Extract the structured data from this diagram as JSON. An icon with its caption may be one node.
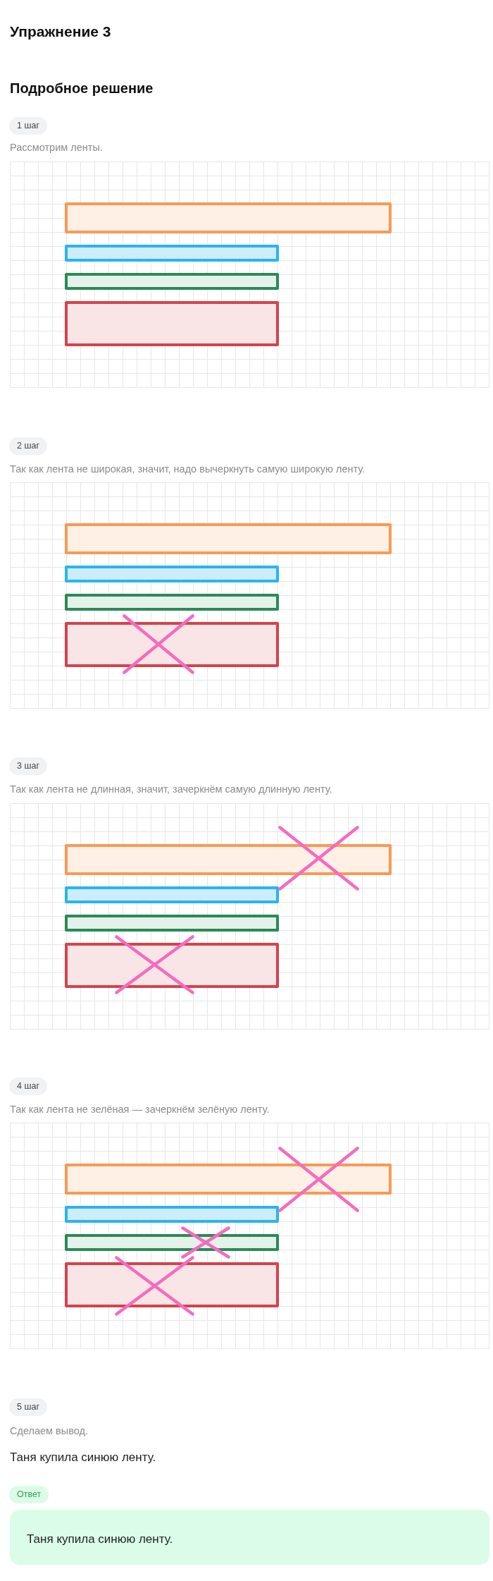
{
  "diagram": {
    "title": "Упражнение 3",
    "nodes": [
      {
        "text": [
          "1 шаг"
        ]
      },
      {
        "text": [],
        "shape": "grid"
      },
      {
        "text": [],
        "shape": "bar",
        "in": 1
      },
      {
        "text": [],
        "shape": "bar",
        "in": 1
      },
      {
        "text": [],
        "shape": "bar",
        "in": 1
      },
      {
        "text": [],
        "shape": "bar",
        "in": 1
      },
      {
        "text": [
          "2 шаг"
        ]
      },
      {
        "text": [],
        "shape": "grid"
      },
      {
        "text": [],
        "shape": "bar",
        "in": 7
      },
      {
        "text": [],
        "shape": "bar",
        "in": 7
      },
      {
        "text": [],
        "shape": "bar",
        "in": 7
      },
      {
        "text": [],
        "shape": "bar",
        "in": 7
      },
      {
        "text": [],
        "shape": "cross",
        "in": 7
      },
      {
        "text": [
          "3 шаг"
        ]
      },
      {
        "text": [],
        "shape": "grid"
      },
      {
        "text": [],
        "shape": "bar",
        "in": 14
      },
      {
        "text": [],
        "shape": "bar",
        "in": 14
      },
      {
        "text": [],
        "shape": "bar",
        "in": 14
      },
      {
        "text": [],
        "shape": "bar",
        "in": 14
      },
      {
        "text": [],
        "shape": "cross",
        "in": 14
      },
      {
        "text": [],
        "shape": "cross",
        "in": 14
      },
      {
        "text": [
          "4 шаг"
        ]
      },
      {
        "text": [],
        "shape": "grid"
      },
      {
        "text": [],
        "shape": "bar",
        "in": 22
      },
      {
        "text": [],
        "shape": "bar",
        "in": 22
      },
      {
        "text": [],
        "shape": "bar",
        "in": 22
      },
      {
        "text": [],
        "shape": "bar",
        "in": 22
      },
      {
        "text": [],
        "shape": "cross",
        "in": 22
      },
      {
        "text": [],
        "shape": "cross",
        "in": 22
      },
      {
        "text": [],
        "shape": "cross",
        "in": 22
      },
      {
        "text": [
          "5 шаг"
        ]
      },
      {
        "text": [
          "Ответ"
        ]
      },
      {
        "text": [
          "Таня купила синюю ленту."
        ]
      }
    ],
    "labels": [
      "Подробное решение",
      "Рассмотрим ленты.",
      "Так как лента не широкая, значит, надо вычеркнуть самую широкую ленту.",
      "Так как лента не длинная, значит, зачеркнём самую длинную ленту.",
      "Так как лента не зелёная — зачеркнём зелёную ленту.",
      "Сделаем вывод.",
      "Таня купила синюю ленту."
    ]
  }
}
